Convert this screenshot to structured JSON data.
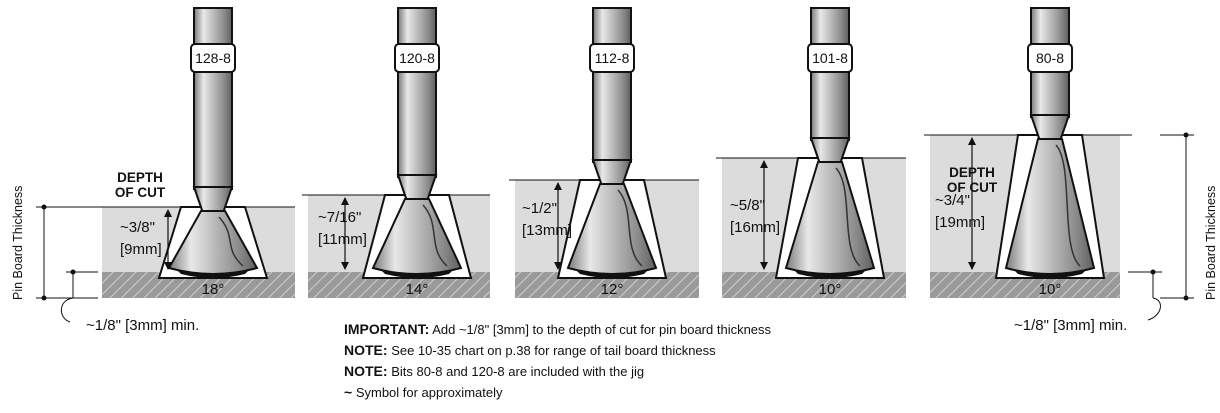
{
  "bits": [
    {
      "model": "128-8",
      "angle": "18°",
      "depth_approx": "~",
      "depth_fraction": "3/8\"",
      "depth_metric": "[9mm]"
    },
    {
      "model": "120-8",
      "angle": "14°",
      "depth_approx": "~",
      "depth_fraction": "7/16\"",
      "depth_metric": "[11mm]"
    },
    {
      "model": "112-8",
      "angle": "12°",
      "depth_approx": "~",
      "depth_fraction": "1/2\"",
      "depth_metric": "[13mm]"
    },
    {
      "model": "101-8",
      "angle": "10°",
      "depth_approx": "~",
      "depth_fraction": "5/8\"",
      "depth_metric": "[16mm]"
    },
    {
      "model": "80-8",
      "angle": "10°",
      "depth_approx": "~",
      "depth_fraction": "3/4\"",
      "depth_metric": "[19mm]"
    }
  ],
  "labels": {
    "depth_of_cut_line1": "DEPTH",
    "depth_of_cut_line2": "OF CUT",
    "pin_board_thickness": "Pin Board Thickness",
    "min_offset_left": "~1/8\" [3mm] min.",
    "min_offset_right": "~1/8\" [3mm] min."
  },
  "notes": {
    "important_label": "IMPORTANT:",
    "important_text": "Add ~1/8\" [3mm] to the depth of cut for pin board thickness",
    "note1_label": "NOTE:",
    "note1_text": "See 10-35 chart on p.38 for range of tail board thickness",
    "note2_label": "NOTE:",
    "note2_text": "Bits 80-8 and 120-8 are included with the jig",
    "symbol_label": "~",
    "symbol_text": "Symbol for approximately"
  },
  "colors": {
    "board_light": "#dcdcdc",
    "board_dark": "#9a9a9a",
    "shank": "#c8c8c8",
    "outline": "#111111"
  }
}
